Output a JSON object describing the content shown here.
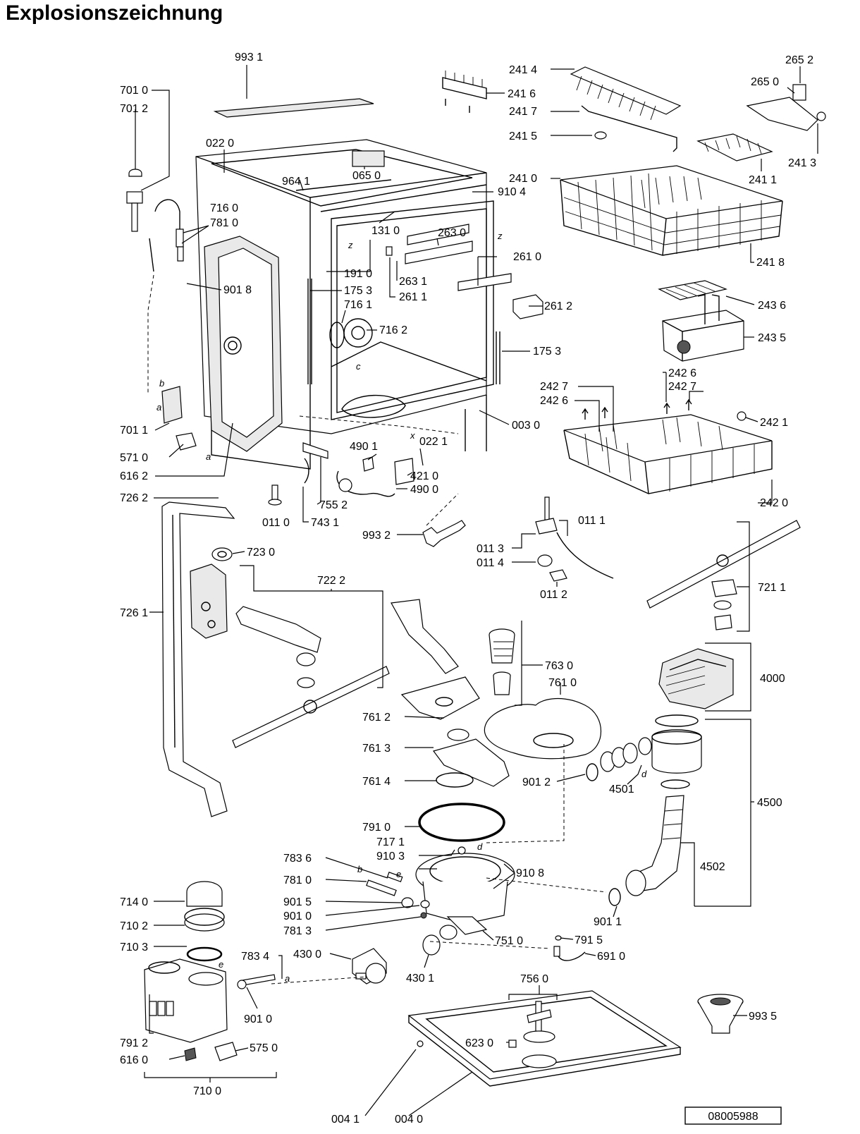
{
  "title": "Explosionszeichnung",
  "document_number": "08005988",
  "part_labels": [
    {
      "id": "p9931",
      "text": "993 1"
    },
    {
      "id": "p7010",
      "text": "701 0"
    },
    {
      "id": "p7012",
      "text": "701 2"
    },
    {
      "id": "p0220",
      "text": "022 0"
    },
    {
      "id": "p9641",
      "text": "964 1"
    },
    {
      "id": "p0650",
      "text": "065 0"
    },
    {
      "id": "p9104",
      "text": "910 4"
    },
    {
      "id": "p7160",
      "text": "716 0"
    },
    {
      "id": "p7810a",
      "text": "781 0"
    },
    {
      "id": "p1310",
      "text": "131 0"
    },
    {
      "id": "p2630",
      "text": "263 0"
    },
    {
      "id": "p2610",
      "text": "261 0"
    },
    {
      "id": "p9018",
      "text": "901 8"
    },
    {
      "id": "p1910",
      "text": "191 0"
    },
    {
      "id": "p1753a",
      "text": "175 3"
    },
    {
      "id": "p2631",
      "text": "263 1"
    },
    {
      "id": "p2611",
      "text": "261 1"
    },
    {
      "id": "p2612",
      "text": "261 2"
    },
    {
      "id": "p7161",
      "text": "716 1"
    },
    {
      "id": "p7162",
      "text": "716 2"
    },
    {
      "id": "p1753b",
      "text": "175 3"
    },
    {
      "id": "p2414",
      "text": "241 4"
    },
    {
      "id": "p2416",
      "text": "241 6"
    },
    {
      "id": "p2417",
      "text": "241 7"
    },
    {
      "id": "p2415",
      "text": "241 5"
    },
    {
      "id": "p2652",
      "text": "265 2"
    },
    {
      "id": "p2650",
      "text": "265 0"
    },
    {
      "id": "p2413",
      "text": "241 3"
    },
    {
      "id": "p2410",
      "text": "241 0"
    },
    {
      "id": "p2411",
      "text": "241 1"
    },
    {
      "id": "p2418",
      "text": "241 8"
    },
    {
      "id": "p2436",
      "text": "243 6"
    },
    {
      "id": "p2435",
      "text": "243 5"
    },
    {
      "id": "p2426a",
      "text": "242 6"
    },
    {
      "id": "p2427a",
      "text": "242 7"
    },
    {
      "id": "p2427b",
      "text": "242 7"
    },
    {
      "id": "p2426b",
      "text": "242 6"
    },
    {
      "id": "p2421",
      "text": "242 1"
    },
    {
      "id": "p2420",
      "text": "242 0"
    },
    {
      "id": "p0030",
      "text": "003 0"
    },
    {
      "id": "p7011",
      "text": "701 1"
    },
    {
      "id": "p5710",
      "text": "571 0"
    },
    {
      "id": "p6162",
      "text": "616 2"
    },
    {
      "id": "p4901",
      "text": "490 1"
    },
    {
      "id": "p0221",
      "text": "022 1"
    },
    {
      "id": "p4210",
      "text": "421 0"
    },
    {
      "id": "p4900",
      "text": "490 0"
    },
    {
      "id": "p7262",
      "text": "726 2"
    },
    {
      "id": "p7552",
      "text": "755 2"
    },
    {
      "id": "p0110",
      "text": "011 0"
    },
    {
      "id": "p7431",
      "text": "743 1"
    },
    {
      "id": "p9932",
      "text": "993 2"
    },
    {
      "id": "p0111",
      "text": "011 1"
    },
    {
      "id": "p0113",
      "text": "011 3"
    },
    {
      "id": "p0114",
      "text": "011 4"
    },
    {
      "id": "p0112",
      "text": "011 2"
    },
    {
      "id": "p7230",
      "text": "723 0"
    },
    {
      "id": "p7222",
      "text": "722 2"
    },
    {
      "id": "p7261",
      "text": "726 1"
    },
    {
      "id": "p7211",
      "text": "721 1"
    },
    {
      "id": "p7630",
      "text": "763 0"
    },
    {
      "id": "p7610",
      "text": "761 0"
    },
    {
      "id": "p4000",
      "text": "4000"
    },
    {
      "id": "p7612",
      "text": "761 2"
    },
    {
      "id": "p7613",
      "text": "761 3"
    },
    {
      "id": "p7614",
      "text": "761 4"
    },
    {
      "id": "p9012",
      "text": "901 2"
    },
    {
      "id": "p4501",
      "text": "4501"
    },
    {
      "id": "p4500",
      "text": "4500"
    },
    {
      "id": "p7910",
      "text": "791 0"
    },
    {
      "id": "p7171",
      "text": "717 1"
    },
    {
      "id": "p9103",
      "text": "910 3"
    },
    {
      "id": "p7836",
      "text": "783 6"
    },
    {
      "id": "p9108",
      "text": "910 8"
    },
    {
      "id": "p7810b",
      "text": "781 0"
    },
    {
      "id": "p4502",
      "text": "4502"
    },
    {
      "id": "p7140",
      "text": "714 0"
    },
    {
      "id": "p9015",
      "text": "901 5"
    },
    {
      "id": "p7102",
      "text": "710 2"
    },
    {
      "id": "p9010a",
      "text": "901 0"
    },
    {
      "id": "p7813",
      "text": "781 3"
    },
    {
      "id": "p9011",
      "text": "901 1"
    },
    {
      "id": "p7103",
      "text": "710 3"
    },
    {
      "id": "p7510",
      "text": "751 0"
    },
    {
      "id": "p7915",
      "text": "791 5"
    },
    {
      "id": "p7834",
      "text": "783 4"
    },
    {
      "id": "p4300",
      "text": "430 0"
    },
    {
      "id": "p6910",
      "text": "691 0"
    },
    {
      "id": "p4301",
      "text": "430 1"
    },
    {
      "id": "p7560",
      "text": "756 0"
    },
    {
      "id": "p9010b",
      "text": "901 0"
    },
    {
      "id": "p9935",
      "text": "993 5"
    },
    {
      "id": "p7912",
      "text": "791 2"
    },
    {
      "id": "p6230",
      "text": "623 0"
    },
    {
      "id": "p6160",
      "text": "616 0"
    },
    {
      "id": "p5750",
      "text": "575 0"
    },
    {
      "id": "p7100",
      "text": "710 0"
    },
    {
      "id": "p0041",
      "text": "004 1"
    },
    {
      "id": "p0040",
      "text": "004 0"
    }
  ],
  "connection_letters": [
    {
      "id": "l-z1",
      "text": "z"
    },
    {
      "id": "l-z2",
      "text": "z"
    },
    {
      "id": "l-b1",
      "text": "b"
    },
    {
      "id": "l-a1",
      "text": "a"
    },
    {
      "id": "l-a2",
      "text": "a"
    },
    {
      "id": "l-c1",
      "text": "c"
    },
    {
      "id": "l-x1",
      "text": "x"
    },
    {
      "id": "l-d1",
      "text": "d"
    },
    {
      "id": "l-d2",
      "text": "d"
    },
    {
      "id": "l-e1",
      "text": "e"
    },
    {
      "id": "l-b2",
      "text": "b"
    },
    {
      "id": "l-e2",
      "text": "e"
    },
    {
      "id": "l-a3",
      "text": "a"
    }
  ]
}
